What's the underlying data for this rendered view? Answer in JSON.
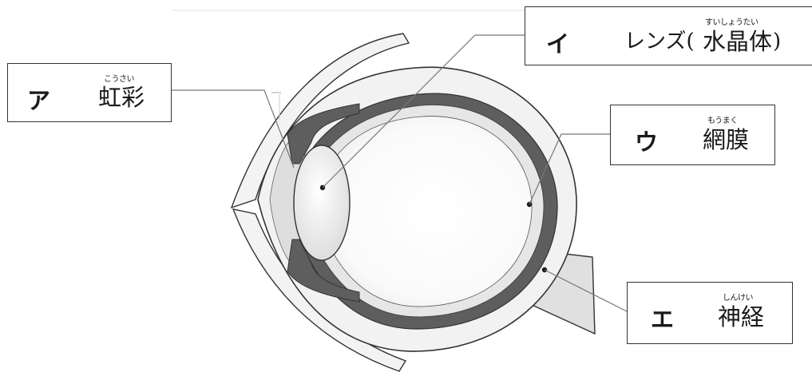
{
  "labels": [
    {
      "id": "a",
      "letter": "ア",
      "term": "虹彩",
      "reading": "こうさい"
    },
    {
      "id": "i",
      "letter": "イ",
      "term_prefix": "レンズ(",
      "term": "水晶体",
      "term_suffix": ")",
      "reading": "すいしょうたい"
    },
    {
      "id": "u",
      "letter": "ウ",
      "term": "網膜",
      "reading": "もうまく"
    },
    {
      "id": "e",
      "letter": "エ",
      "term": "神経",
      "reading": "しんけい"
    }
  ],
  "colors": {
    "outer_layer": "#f2f2f2",
    "choroid": "#5e5e5e",
    "inner_interior": "#ffffff",
    "lens": "#f3f3f3",
    "aqueous": "#dedede",
    "nerve": "#e0e0e0",
    "stroke": "#333333",
    "leader_line": "#777777"
  }
}
